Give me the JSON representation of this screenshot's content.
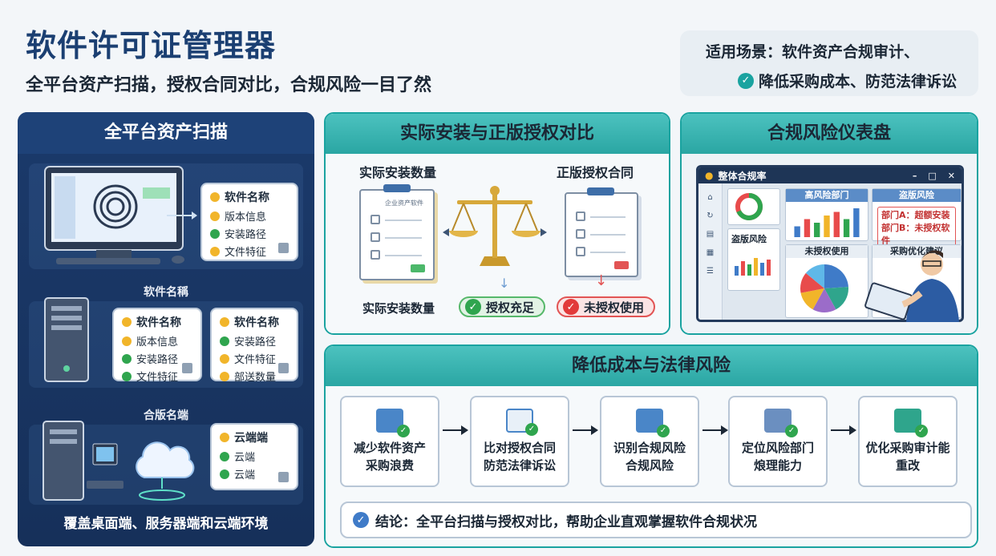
{
  "header": {
    "title": "软件许可证管理器",
    "subtitle": "全平台资产扫描，授权合同对比，合规风险一目了然",
    "scene_line1": "适用场景：软件资产合规审计、",
    "scene_line2": "降低采购成本、防范法律诉讼"
  },
  "scan_panel": {
    "title": "全平台资产扫描",
    "desktop_card": {
      "title": "软件名称",
      "items": [
        "版本信息",
        "安装路径",
        "文件特征"
      ]
    },
    "label_software": "软件名稱",
    "server_card_a": {
      "title": "软件名称",
      "items": [
        "版本信息",
        "安装路径",
        "文件特征"
      ]
    },
    "server_card_b": {
      "title": "软件名称",
      "items": [
        "安装路径",
        "文件特征",
        "部送数量"
      ]
    },
    "label_cloud": "合版名端",
    "cloud_card": {
      "title": "云端端",
      "items": [
        "云端",
        "云端"
      ]
    },
    "footer": "覆盖桌面端、服务器端和云端环境"
  },
  "compare_panel": {
    "title": "实际安装与正版授权对比",
    "left_label": "实际安装数量",
    "right_label": "正版授权合同",
    "doc_header": "企业资产软件",
    "bottom_label": "实际安装数量",
    "pill_ok": "授权充足",
    "pill_bad": "未授权使用"
  },
  "dashboard_panel": {
    "title": "合规风险仪表盘",
    "window_title": "整体合规率",
    "tile_high_risk": "高风险部门",
    "tile_piracy": "盗版风险",
    "piracy_line1": "部门A：超额安装",
    "piracy_line2": "部门B：未授权软件",
    "tile_piracy_small": "盗版风险",
    "tile_unauth": "未授权使用",
    "tile_suggest": "采购优化建议"
  },
  "cost_panel": {
    "title": "降低成本与法律风险",
    "steps": [
      {
        "l1": "减少软件资产",
        "l2": "采购浪费"
      },
      {
        "l1": "比对授权合同",
        "l2": "防范法律诉讼"
      },
      {
        "l1": "识别合规风险",
        "l2": "合规风险"
      },
      {
        "l1": "定位风险部门",
        "l2": "烺理能力"
      },
      {
        "l1": "优化采购审计能",
        "l2": "重改"
      }
    ],
    "conclusion": "结论：全平台扫描与授权对比，帮助企业直观掌握软件合规状况"
  },
  "chart_data": [
    {
      "type": "bar",
      "title": "高风险部门",
      "series": [
        {
          "colors": [
            "#3f7bc8",
            "#e84b4b",
            "#2fa54e",
            "#f1b52a",
            "#e84b4b",
            "#2fa54e",
            "#3f7bc8"
          ],
          "values": [
            3,
            5,
            4,
            6,
            7,
            5,
            8
          ]
        }
      ]
    },
    {
      "type": "pie",
      "title": "未授权使用",
      "values": [
        24,
        18,
        16,
        14,
        14,
        14
      ],
      "colors": [
        "#3f7bc8",
        "#2fa58c",
        "#9b6cc9",
        "#f1b52a",
        "#e84b4b",
        "#5fb8e8"
      ]
    }
  ],
  "colors": {
    "accent": "#1aa3a0",
    "navy": "#1b3f72",
    "ok": "#2fa54e",
    "bad": "#e23a3a"
  }
}
